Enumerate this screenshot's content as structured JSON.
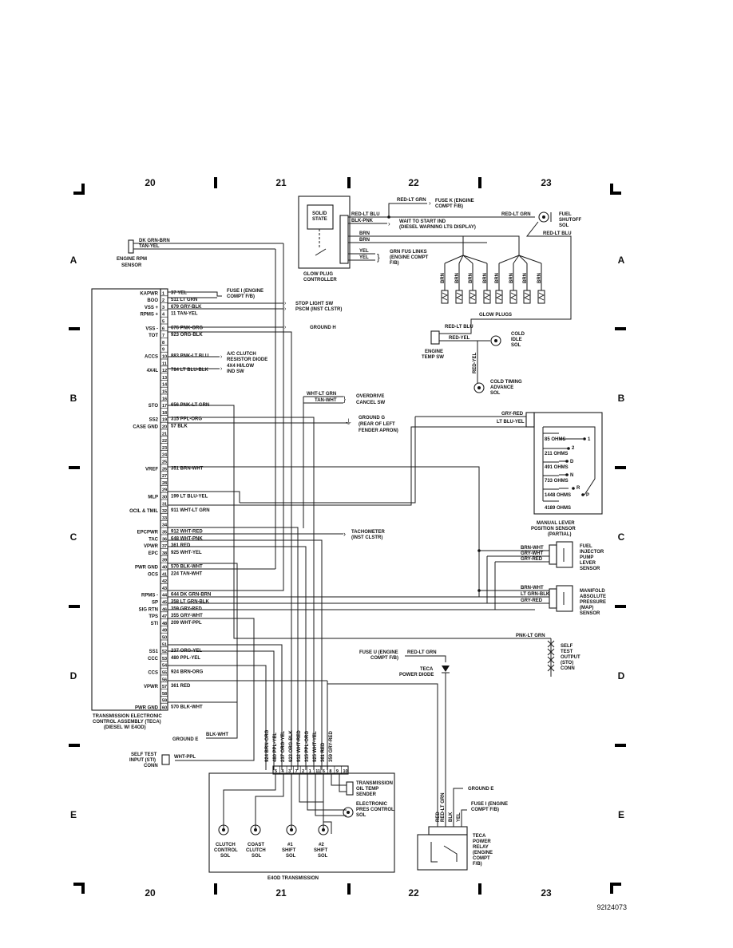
{
  "grid": {
    "columns": [
      "20",
      "21",
      "22",
      "23"
    ],
    "rows": [
      "A",
      "B",
      "C",
      "D",
      "E"
    ],
    "figure_id": "92I24073"
  },
  "teca": {
    "title_1": "TRANSMISSION ELECTRONIC",
    "title_2": "CONTROL ASSEMBLY (TECA)",
    "title_3": "(DIESEL W/ E4OD)",
    "pin_labels": [
      "KAPWR",
      "BOO",
      "VSS +",
      "RPMS +",
      "VSS -",
      "TOT",
      "ACCS",
      "4X4L",
      "STO",
      "SS2",
      "CASE GND",
      "VREF",
      "MLP",
      "OCIL & TMIL",
      "EPCPWR",
      "TAC",
      "VPWR",
      "EPC",
      "PWR GND",
      "OCS",
      "RPMS -",
      "SP",
      "SIG RTN",
      "TPS",
      "STI",
      "SS1",
      "CCC",
      "CCS",
      "VPWR",
      "PWR GND"
    ],
    "pins": [
      "1",
      "2",
      "3",
      "4",
      "5",
      "6",
      "7",
      "8",
      "9",
      "10",
      "11",
      "12",
      "13",
      "14",
      "15",
      "16",
      "17",
      "18",
      "19",
      "20",
      "21",
      "22",
      "23",
      "24",
      "25",
      "26",
      "27",
      "28",
      "29",
      "30",
      "31",
      "32",
      "33",
      "34",
      "35",
      "36",
      "37",
      "38",
      "39",
      "40",
      "41",
      "42",
      "43",
      "44",
      "45",
      "46",
      "47",
      "48",
      "49",
      "50",
      "51",
      "52",
      "53",
      "54",
      "55",
      "56",
      "57",
      "58",
      "59",
      "60"
    ],
    "wires": [
      "37 YEL",
      "511 LT GRN",
      "679 GRY-BLK",
      "11 TAN-YEL",
      "676 PNK-ORG",
      "923 ORG-BLK",
      "883 PNK-LT BLU",
      "784 LT BLU-BLK",
      "656 PNK-LT GRN",
      "315 PPL-ORG",
      "57 BLK",
      "351 BRN-WHT",
      "199 LT BLU-YEL",
      "911 WHT-LT GRN",
      "912 WHT-RED",
      "648 WHT-PNK",
      "361 RED",
      "925 WHT-YEL",
      "570 BLK-WHT",
      "224 TAN-WHT",
      "644 DK GRN-BRN",
      "358 LT GRN-BLK",
      "359 GRY-RED",
      "355 GRY-WHT",
      "209 WHT-PPL",
      "237 ORG-YEL",
      "480 PPL-YEL",
      "924 BRN-ORG",
      "361 RED",
      "570 BLK-WHT"
    ]
  },
  "engine_rpm": {
    "label_1": "ENGINE RPM",
    "label_2": "SENSOR",
    "wire_1": "DK GRN-BRN",
    "wire_2": "TAN-YEL"
  },
  "destinations": {
    "fuse_i_1": "FUSE I (ENGINE",
    "fuse_i_2": "COMPT F/B)",
    "stop_light": "STOP LIGHT SW",
    "pscm": "PSCM (INST CLSTR)",
    "ground_h": "GROUND H",
    "ac_clutch_1": "A/C CLUTCH",
    "ac_clutch_2": "RESISTOR DIODE",
    "x4_1": "4X4 HI/LOW",
    "x4_2": "IND SW",
    "overdrive_1": "OVERDRIVE",
    "overdrive_2": "CANCEL SW",
    "od_wire_1": "WHT-LT GRN",
    "od_wire_2": "TAN-WHT",
    "ground_g_1": "GROUND G",
    "ground_g_2": "(REAR OF LEFT",
    "ground_g_3": "FENDER APRON)",
    "tach_1": "TACHOMETER",
    "tach_2": "(INST CLSTR)",
    "ground_e": "GROUND E",
    "ground_e_wire": "BLK-WHT",
    "self_test_1": "SELF TEST",
    "self_test_2": "INPUT (STI)",
    "self_test_3": "CONN",
    "self_test_wire": "WHT-PPL"
  },
  "glow": {
    "solid_state_1": "SOLID",
    "solid_state_2": "STATE",
    "ctrl_1": "GLOW PLUG",
    "ctrl_2": "CONTROLLER",
    "red_lt_grn": "RED-LT GRN",
    "fuse_k_1": "FUSE K (ENGINE",
    "fuse_k_2": "COMPT F/B)",
    "red_lt_blu": "RED-LT BLU",
    "blk_pnk": "BLK-PNK",
    "wait_1": "WAIT TO START IND",
    "wait_2": "(DIESEL WARNING LTS DISPLAY)",
    "red_lt_grn_2": "RED-LT GRN",
    "fuel_shutoff_1": "FUEL",
    "fuel_shutoff_2": "SHUTOFF",
    "fuel_shutoff_3": "SOL",
    "red_lt_blu_2": "RED-LT BLU",
    "brn_1": "BRN",
    "brn_2": "BRN",
    "yel_1": "YEL",
    "yel_2": "YEL",
    "grn_fus_1": "GRN FUS LINKS",
    "grn_fus_2": "(ENGINE COMPT",
    "grn_fus_3": "F/B)",
    "plug_wire": "BRN",
    "glow_plugs": "GLOW PLUGS"
  },
  "temp": {
    "red_lt_blu": "RED-LT BLU",
    "red_yel": "RED-YEL",
    "engine_temp_1": "ENGINE",
    "engine_temp_2": "TEMP SW",
    "cold_idle_1": "COLD",
    "cold_idle_2": "IDLE",
    "cold_idle_3": "SOL",
    "red_yel_v": "RED-YEL",
    "cold_timing_1": "COLD TIMING",
    "cold_timing_2": "ADVANCE",
    "cold_timing_3": "SOL"
  },
  "mlp": {
    "gry_red": "GRY-RED",
    "lt_blu_yel": "LT BLU-YEL",
    "r1": "85 OHMS",
    "r2": "211 OHMS",
    "r3": "491 OHMS",
    "r4": "733 OHMS",
    "r5": "1448 OHMS",
    "r6": "4189 OHMS",
    "p1": "1",
    "p2": "2",
    "pD": "D",
    "pN": "N",
    "pR": "R",
    "pP": "P",
    "title_1": "MANUAL LEVER",
    "title_2": "POSITION SENSOR",
    "title_3": "(PARTIAL)"
  },
  "fuel_pump": {
    "w1": "BRN-WHT",
    "w2": "GRY-WHT",
    "w3": "GRY-RED",
    "t1": "FUEL",
    "t2": "INJECTOR",
    "t3": "PUMP",
    "t4": "LEVER",
    "t5": "SENSOR"
  },
  "map": {
    "w1": "BRN-WHT",
    "w2": "LT GRN-BLK",
    "w3": "GRY-RED",
    "t1": "MANIFOLD",
    "t2": "ABSOLUTE",
    "t3": "PRESSURE",
    "t4": "(MAP)",
    "t5": "SENSOR"
  },
  "sto": {
    "wire": "PNK-LT GRN",
    "t1": "SELF",
    "t2": "TEST",
    "t3": "OUTPUT",
    "t4": "(STO)",
    "t5": "CONN"
  },
  "diode": {
    "fuse_u_1": "FUSE U (ENGINE",
    "fuse_u_2": "COMPT F/B)",
    "wire": "RED-LT GRN",
    "t1": "TECA",
    "t2": "POWER DIODE"
  },
  "relay": {
    "ground_e": "GROUND E",
    "fuse_i_1": "FUSE I (ENGINE",
    "fuse_i_2": "COMPT F/B)",
    "w_red": "RED",
    "w_red_lt_grn": "RED-LT GRN",
    "w_blk": "BLK",
    "w_yel": "YEL",
    "t1": "TECA",
    "t2": "POWER",
    "t3": "RELAY",
    "t4": "(ENGINE",
    "t5": "COMPT",
    "t6": "F/B)"
  },
  "trans": {
    "title": "E4OD TRANSMISSION",
    "conn_pins": [
      "5",
      "4",
      "3",
      "7",
      "2",
      "1",
      "11",
      "6",
      "8",
      "9",
      "10"
    ],
    "conn_wires": [
      "924 BRN-ORG",
      "480 PPL-YEL",
      "237 ORG-YEL",
      "923 ORG-BLK",
      "912 WHT-RED",
      "315 PPL-ORG",
      "925 WHT-YEL",
      "361 RED",
      "359 GRY-RED"
    ],
    "oil_temp_1": "TRANSMISSION",
    "oil_temp_2": "OIL TEMP",
    "oil_temp_3": "SENDER",
    "epc_1": "ELECTRONIC",
    "epc_2": "PRES CONTROL",
    "epc_3": "SOL",
    "sol1_1": "CLUTCH",
    "sol1_2": "CONTROL",
    "sol1_3": "SOL",
    "sol2_1": "COAST",
    "sol2_2": "CLUTCH",
    "sol2_3": "SOL",
    "sol3_1": "#1",
    "sol3_2": "SHIFT",
    "sol3_3": "SOL",
    "sol4_1": "#2",
    "sol4_2": "SHIFT",
    "sol4_3": "SOL"
  }
}
